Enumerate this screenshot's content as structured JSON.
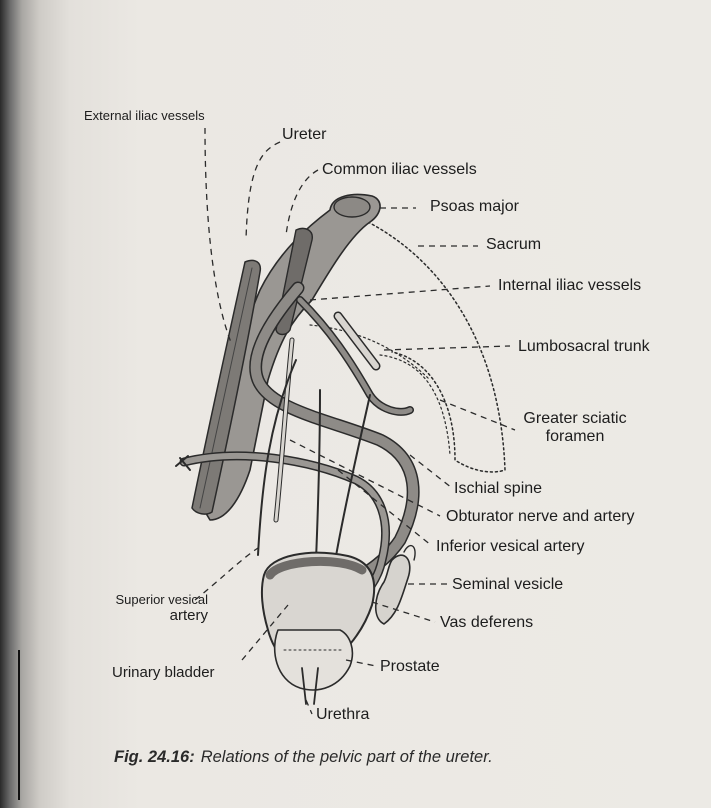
{
  "labels": {
    "external_iliac": "External iliac vessels",
    "ureter": "Ureter",
    "common_iliac": "Common iliac vessels",
    "psoas_major": "Psoas major",
    "sacrum": "Sacrum",
    "internal_iliac": "Internal iliac vessels",
    "lumbosacral_trunk": "Lumbosacral trunk",
    "greater_sciatic_line1": "Greater sciatic",
    "greater_sciatic_line2": "foramen",
    "ischial_spine": "Ischial spine",
    "obturator": "Obturator nerve and artery",
    "inferior_vesical": "Inferior vesical artery",
    "seminal_vesicle": "Seminal vesicle",
    "superior_vesical_line1": "Superior vesical",
    "superior_vesical_line2": "artery",
    "vas_deferens": "Vas deferens",
    "urinary_bladder": "Urinary bladder",
    "prostate": "Prostate",
    "urethra": "Urethra"
  },
  "caption": {
    "number": "Fig. 24.16:",
    "text": "Relations of the pelvic part of the ureter."
  },
  "colors": {
    "tissue": "#9a9793",
    "tissue_dark": "#6f6c69",
    "outline": "#2b2b2b"
  }
}
